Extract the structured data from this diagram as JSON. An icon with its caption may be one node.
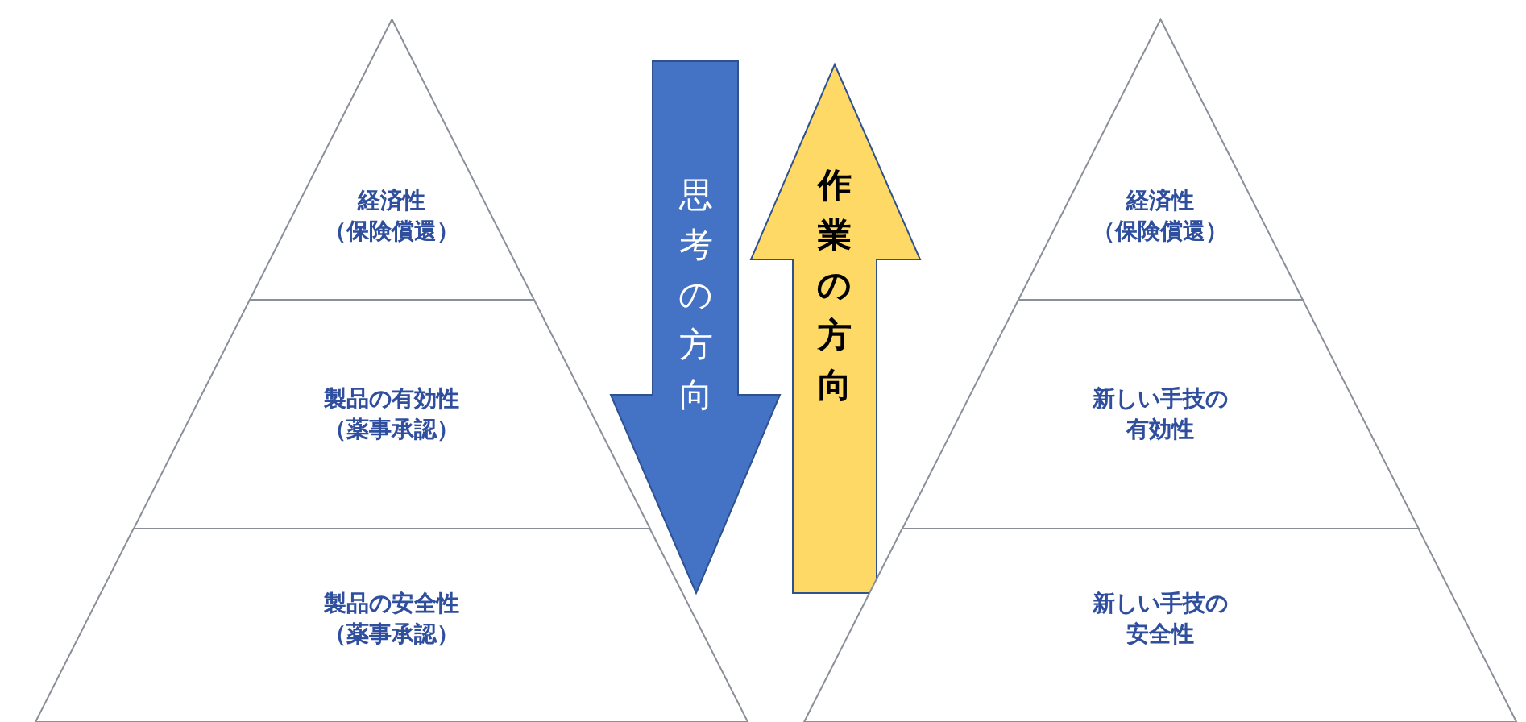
{
  "diagram": {
    "nodes": [
      {
        "text": [
          "経済性（保険償還）"
        ]
      },
      {
        "text": [
          "製品の有効性（薬事承認）"
        ]
      },
      {
        "text": [
          "製品の安全性（薬事承認）"
        ]
      },
      {
        "text": [
          "思考の方向"
        ]
      },
      {
        "text": [
          "作業の方向"
        ]
      },
      {
        "text": [
          "経済性（保険償還）"
        ]
      },
      {
        "text": [
          "新しい手技の有効性"
        ]
      },
      {
        "text": [
          "新しい手技の安全性"
        ]
      }
    ],
    "edges": []
  }
}
